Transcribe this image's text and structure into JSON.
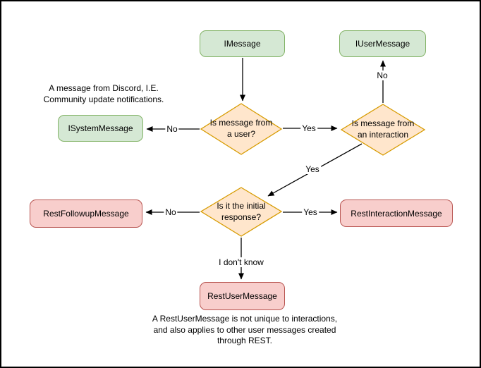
{
  "diagram": {
    "nodes": {
      "imessage": "IMessage",
      "iusermessage": "IUserMessage",
      "isystemmessage": "ISystemMessage",
      "restfollowupmessage": "RestFollowupMessage",
      "restinteractionmessage": "RestInteractionMessage",
      "restusermessage": "RestUserMessage"
    },
    "decisions": {
      "is_from_user": {
        "line1": "Is message from",
        "line2": "a user?"
      },
      "is_from_interaction": {
        "line1": "Is message from",
        "line2": "an interaction"
      },
      "is_initial_response": {
        "line1": "Is it the initial",
        "line2": "response?"
      }
    },
    "edge_labels": {
      "user_no": "No",
      "user_yes": "Yes",
      "interaction_no": "No",
      "interaction_yes": "Yes",
      "initial_no": "No",
      "initial_yes": "Yes",
      "initial_unknown": "I don't know"
    },
    "annotations": {
      "system_note": {
        "line1": "A message from Discord, I.E.",
        "line2": "Community update notifications."
      },
      "rest_note": {
        "line1": "A RestUserMessage is not unique to interactions,",
        "line2": "and also applies to other user messages created",
        "line3": "through REST."
      }
    },
    "colors": {
      "node-green-fill": "#d5e8d4",
      "node-green-border": "#82b366",
      "decision-orange-fill": "#ffe6cc",
      "decision-orange-border": "#d79b00",
      "node-red-fill": "#f8cecc",
      "node-red-border": "#b85450",
      "edge": "#000000",
      "canvas-border": "#000000"
    }
  }
}
